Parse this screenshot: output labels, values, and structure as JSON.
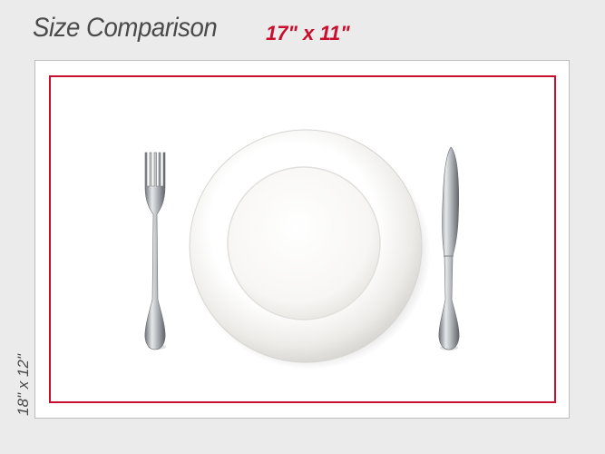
{
  "header": {
    "title": "Size Comparison",
    "small_size_label": "17\" x 11\""
  },
  "large_size_label": "18\" x 12\"",
  "colors": {
    "background": "#ebebeb",
    "accent_red": "#c8102e",
    "text_gray": "#4a4a4a",
    "mat_white": "#ffffff",
    "outer_border": "#bdbdbd"
  },
  "icons": {
    "fork": "fork-icon",
    "plate": "plate-icon",
    "knife": "knife-icon"
  }
}
